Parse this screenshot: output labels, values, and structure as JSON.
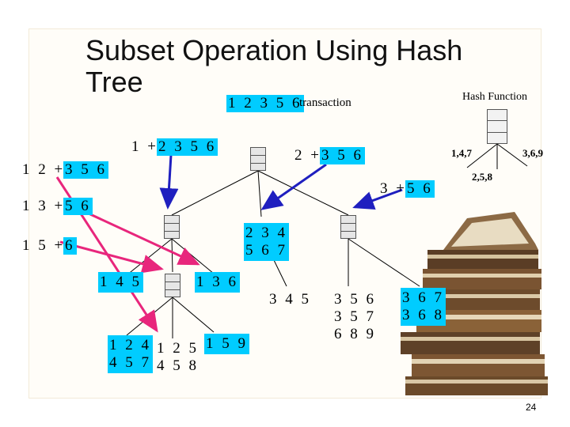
{
  "title": "Subset Operation Using Hash Tree",
  "transaction": {
    "value": "1 2 3 5 6",
    "label": "transaction"
  },
  "hash_function": {
    "label": "Hash Function",
    "branches": [
      "1,4,7",
      "2,5,8",
      "3,6,9"
    ]
  },
  "prefixes": {
    "p1": {
      "fixed": "1 +",
      "rest": "2 3 5 6"
    },
    "p2": {
      "fixed": "2 +",
      "rest": "3 5 6"
    },
    "p3": {
      "fixed": "3 +",
      "rest": "5 6"
    },
    "p12": {
      "fixed": "1 2 +",
      "rest": "3 5 6"
    },
    "p13": {
      "fixed": "1 3 +",
      "rest": "5 6"
    },
    "p15": {
      "fixed": "1 5 +",
      "rest": "6"
    }
  },
  "leaves": {
    "l234": [
      "2 3 4",
      "5 6 7"
    ],
    "l145": [
      "1 4 5"
    ],
    "l136": [
      "1 3 6"
    ],
    "l345": [
      "3 4 5"
    ],
    "l356": [
      "3 5 6",
      "3 5 7",
      "6 8 9"
    ],
    "l367": [
      "3 6 7",
      "3 6 8"
    ],
    "l124": [
      "1 2 4",
      "4 5 7"
    ],
    "l125": [
      "1 2 5",
      "4 5 8"
    ],
    "l159": [
      "1 5 9"
    ]
  },
  "page_number": "24",
  "colors": {
    "highlight": "#00ccff",
    "arrow_blue": "#1f1fbf",
    "arrow_magenta": "#e8267c"
  }
}
